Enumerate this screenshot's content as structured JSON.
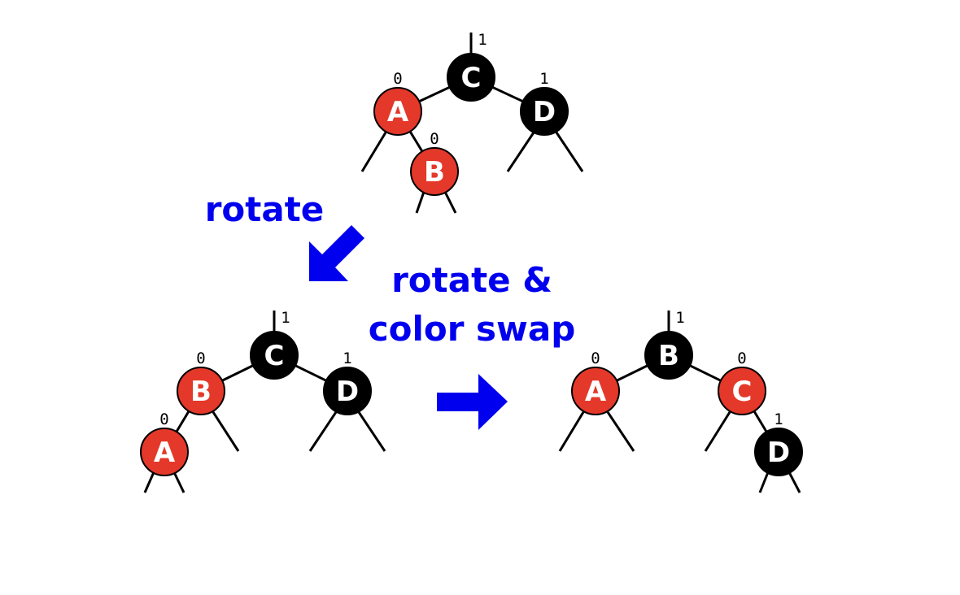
{
  "colors": {
    "red": "#e4382a",
    "black": "#000000",
    "accent": "#0000ee",
    "edge": "#000000"
  },
  "captions": {
    "rotate": "rotate",
    "rotate_swap_line1": "rotate &",
    "rotate_swap_line2": "color swap"
  },
  "trees": [
    {
      "name": "initial",
      "root_rank": "1",
      "nodes": [
        {
          "id": "C",
          "label": "C",
          "color": "black",
          "rank": ""
        },
        {
          "id": "A",
          "label": "A",
          "color": "red",
          "rank": "0"
        },
        {
          "id": "D",
          "label": "D",
          "color": "black",
          "rank": "1"
        },
        {
          "id": "B",
          "label": "B",
          "color": "red",
          "rank": "0"
        }
      ]
    },
    {
      "name": "after-rotate",
      "root_rank": "1",
      "nodes": [
        {
          "id": "C",
          "label": "C",
          "color": "black",
          "rank": ""
        },
        {
          "id": "B",
          "label": "B",
          "color": "red",
          "rank": "0"
        },
        {
          "id": "D",
          "label": "D",
          "color": "black",
          "rank": "1"
        },
        {
          "id": "A",
          "label": "A",
          "color": "red",
          "rank": "0"
        }
      ]
    },
    {
      "name": "after-rotate-and-swap",
      "root_rank": "1",
      "nodes": [
        {
          "id": "B",
          "label": "B",
          "color": "black",
          "rank": ""
        },
        {
          "id": "A",
          "label": "A",
          "color": "red",
          "rank": "0"
        },
        {
          "id": "C",
          "label": "C",
          "color": "red",
          "rank": "0"
        },
        {
          "id": "D",
          "label": "D",
          "color": "black",
          "rank": "1"
        }
      ]
    }
  ]
}
